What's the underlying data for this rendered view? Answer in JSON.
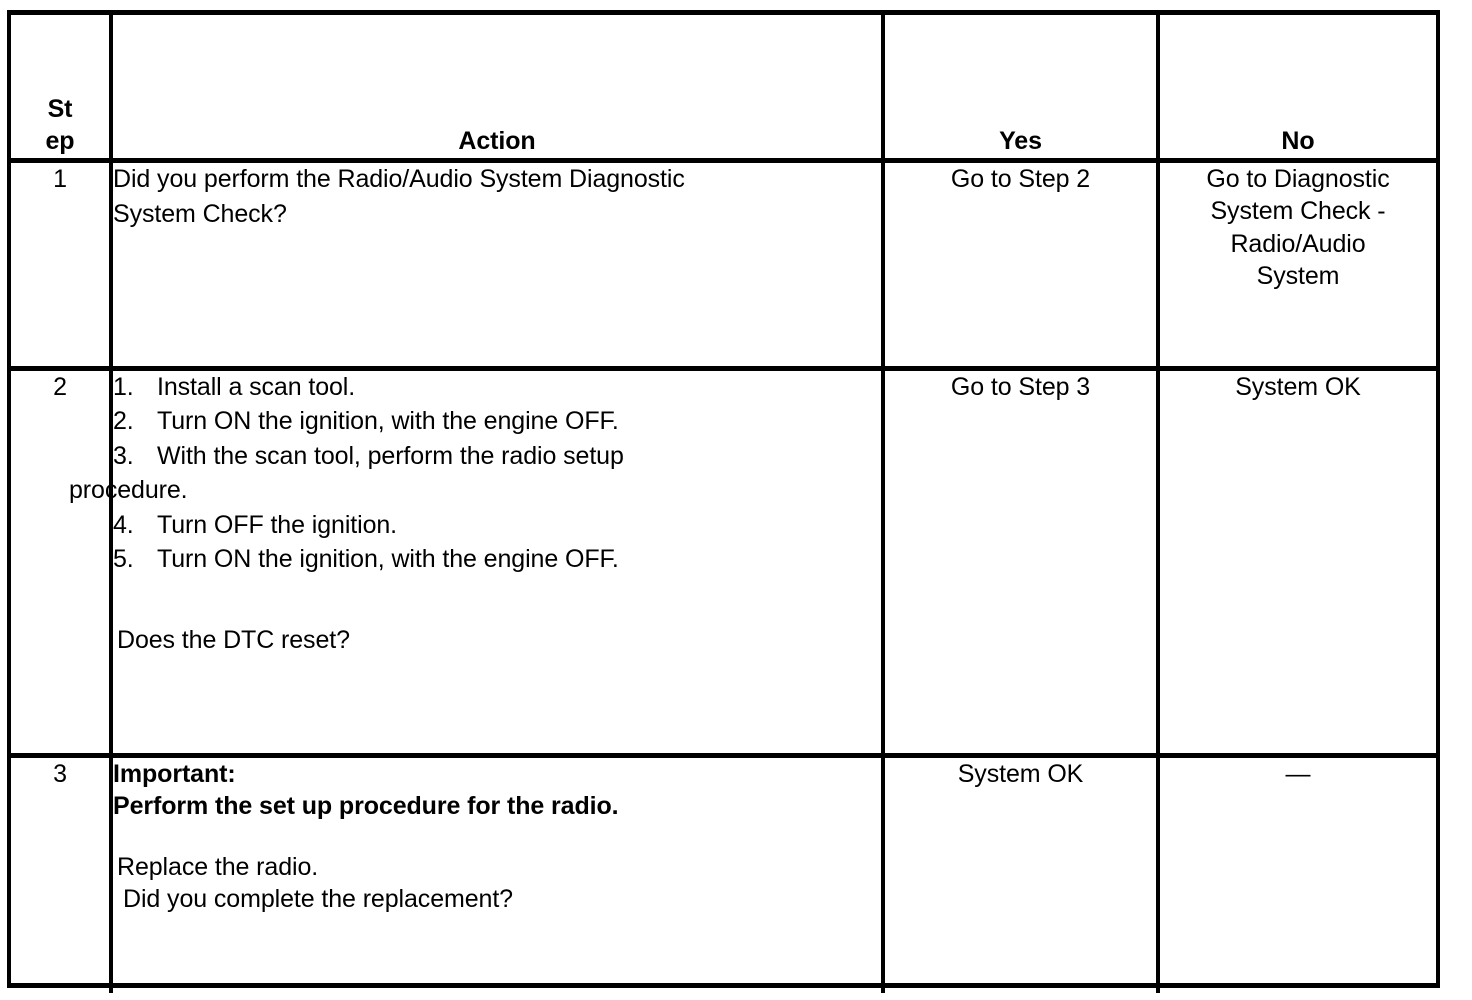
{
  "table": {
    "columns": [
      {
        "key": "step",
        "label": "Step",
        "label_line_1": "St",
        "label_line_2": "ep"
      },
      {
        "key": "action",
        "label": "Action"
      },
      {
        "key": "yes",
        "label": "Yes"
      },
      {
        "key": "no",
        "label": "No"
      }
    ],
    "rows": [
      {
        "step": "1",
        "action": {
          "paragraph_lines": [
            "Did you perform the Radio/Audio System Diagnostic",
            "System Check?"
          ]
        },
        "yes": "Go to Step 2",
        "no_lines": [
          "Go to Diagnostic",
          "System Check -",
          "Radio/Audio",
          "System"
        ]
      },
      {
        "step": "2",
        "action": {
          "steps": [
            {
              "marker": "1.",
              "text": "Install a scan tool."
            },
            {
              "marker": "2.",
              "text": "Turn ON the ignition, with the engine OFF."
            },
            {
              "marker": "3.",
              "text": "With the scan tool, perform the radio setup",
              "continuation": "procedure."
            },
            {
              "marker": "4.",
              "text": "Turn OFF the ignition."
            },
            {
              "marker": "5.",
              "text": "Turn ON the ignition, with the engine OFF."
            }
          ],
          "question": "Does the DTC reset?"
        },
        "yes": "Go to Step 3",
        "no": "System OK"
      },
      {
        "step": "3",
        "action": {
          "important_label": "Important:",
          "important_text": "Perform the set up procedure for the radio.",
          "instruction": "Replace the radio.",
          "question": "Did you complete the replacement?"
        },
        "yes": "System OK",
        "no": "—"
      }
    ]
  },
  "colors": {
    "border": "#000000",
    "text": "#000000",
    "background": "#ffffff"
  }
}
